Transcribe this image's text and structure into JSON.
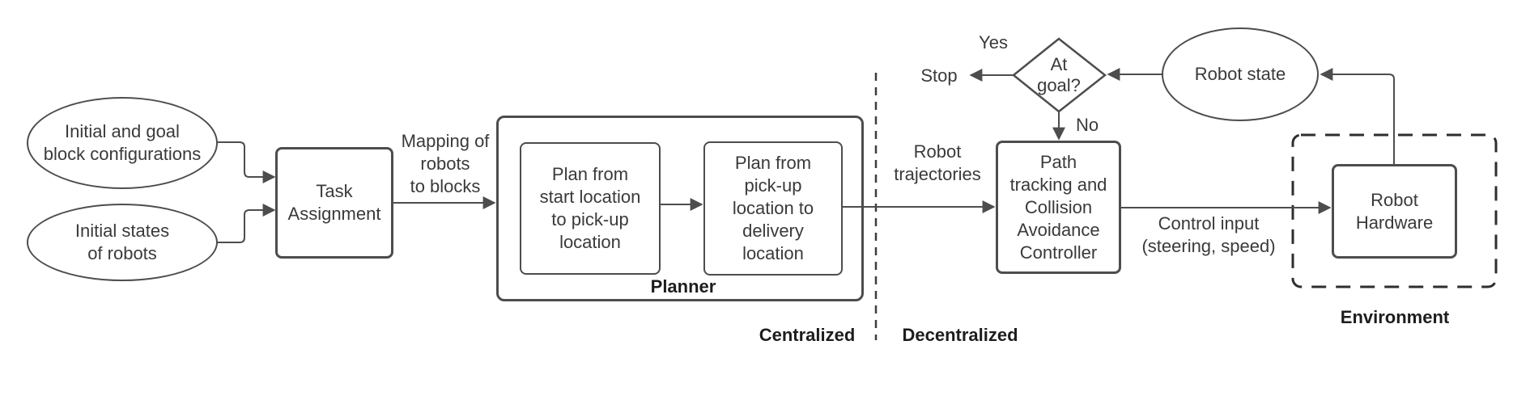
{
  "labels": {
    "ellipse_block_config": "Initial and goal\nblock configurations",
    "ellipse_robot_states": "Initial states\nof robots",
    "task_assignment": "Task\nAssignment",
    "mapping": "Mapping of\nrobots\nto blocks",
    "plan_start_pickup": "Plan from\nstart location\nto pick-up\nlocation",
    "plan_pickup_delivery": "Plan from\npick-up\nlocation to\ndelivery\nlocation",
    "planner": "Planner",
    "robot_trajectories": "Robot\ntrajectories",
    "controller": "Path\ntracking and\nCollision\nAvoidance\nController",
    "control_input": "Control input\n(steering, speed)",
    "robot_hardware": "Robot\nHardware",
    "environment": "Environment",
    "robot_state": "Robot state",
    "at_goal": "At\ngoal?",
    "yes": "Yes",
    "no": "No",
    "stop": "Stop",
    "centralized": "Centralized",
    "decentralized": "Decentralized"
  },
  "colors": {
    "line": "#4d4d4d",
    "text": "#3a3a3a",
    "bold_text": "#1d1d1d",
    "background": "#ffffff"
  }
}
